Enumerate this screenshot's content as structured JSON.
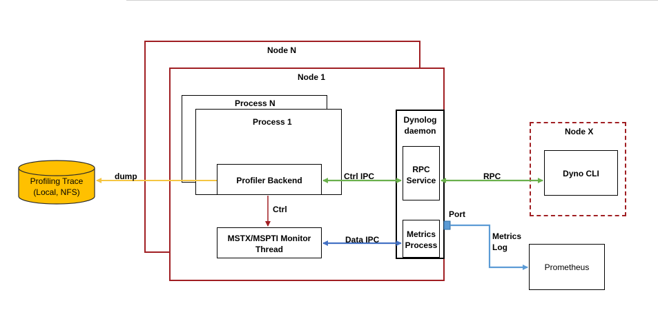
{
  "colors": {
    "node_border": "#a01e22",
    "box_border": "#000000",
    "dump_arrow": "#f5c542",
    "ctrl_ipc_arrow": "#6ab04c",
    "data_ipc_arrow": "#4472c4",
    "ctrl_arrow": "#a01e22",
    "metrics_arrow": "#5b9bd5",
    "cylinder_fill": "#ffc000"
  },
  "nodes": {
    "node_n": "Node N",
    "node_1": "Node 1",
    "node_x": "Node X"
  },
  "processes": {
    "process_n": "Process N",
    "process_1": "Process 1"
  },
  "components": {
    "profiler_backend": "Profiler Backend",
    "monitor_line1": "MSTX/MSPTI Monitor",
    "monitor_line2": "Thread",
    "dynolog_line1": "Dynolog",
    "dynolog_line2": "daemon",
    "rpc_line1": "RPC",
    "rpc_line2": "Service",
    "metrics_line1": "Metrics",
    "metrics_line2": "Process",
    "dyno_cli": "Dyno CLI",
    "prometheus": "Prometheus",
    "trace_line1": "Profiling Trace",
    "trace_line2": "(Local, NFS)"
  },
  "edges": {
    "dump": "dump",
    "ctrl_ipc": "Ctrl IPC",
    "ctrl": "Ctrl",
    "data_ipc": "Data IPC",
    "rpc": "RPC",
    "port": "Port",
    "metrics_log_line1": "Metrics",
    "metrics_log_line2": "Log"
  }
}
